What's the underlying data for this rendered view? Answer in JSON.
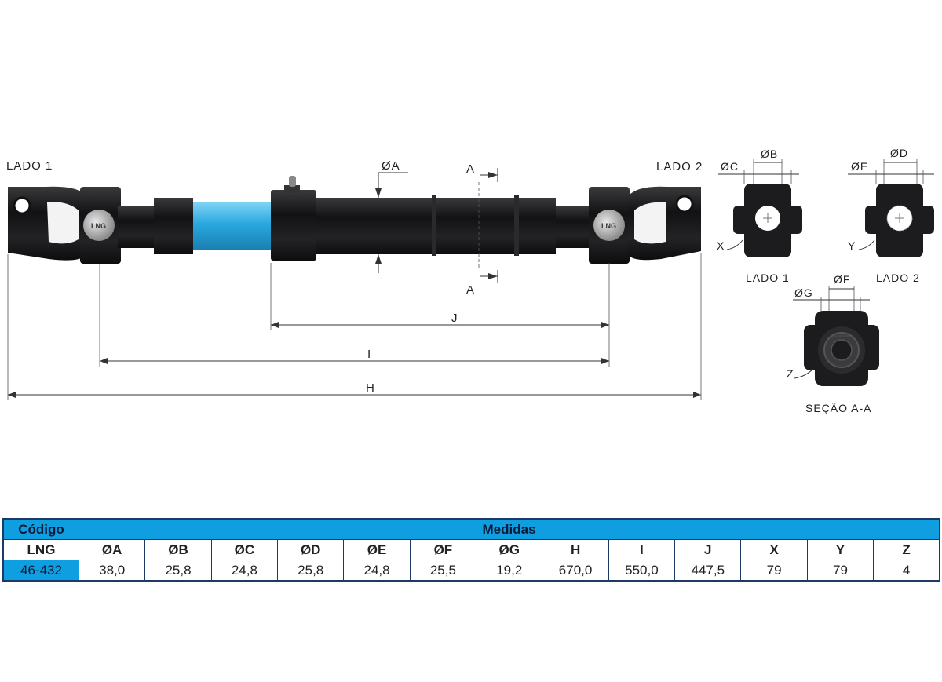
{
  "labels": {
    "lado1_left": "LADO 1",
    "lado2_left": "LADO 2",
    "dia_a": "ØA",
    "section_a_top": "A",
    "section_a_bottom": "A",
    "dim_j": "J",
    "dim_i": "I",
    "dim_h": "H",
    "brand": "LNG",
    "dia_c": "ØC",
    "dia_b": "ØB",
    "dia_e": "ØE",
    "dia_d": "ØD",
    "x": "X",
    "y": "Y",
    "lado1_view": "LADO 1",
    "lado2_view": "LADO 2",
    "dia_g": "ØG",
    "dia_f": "ØF",
    "z": "Z",
    "section_title": "SEÇÃO A-A"
  },
  "colors": {
    "tube_blue": "#2aa8df",
    "metal_dark": "#1c1c1e",
    "table_header": "#0f9fe0"
  },
  "table": {
    "code_header": "Código",
    "measures_header": "Medidas",
    "code_sub": "LNG",
    "columns": [
      "ØA",
      "ØB",
      "ØC",
      "ØD",
      "ØE",
      "ØF",
      "ØG",
      "H",
      "I",
      "J",
      "X",
      "Y",
      "Z"
    ],
    "code_value": "46-432",
    "values": [
      "38,0",
      "25,8",
      "24,8",
      "25,8",
      "24,8",
      "25,5",
      "19,2",
      "670,0",
      "550,0",
      "447,5",
      "79",
      "79",
      "4"
    ]
  }
}
